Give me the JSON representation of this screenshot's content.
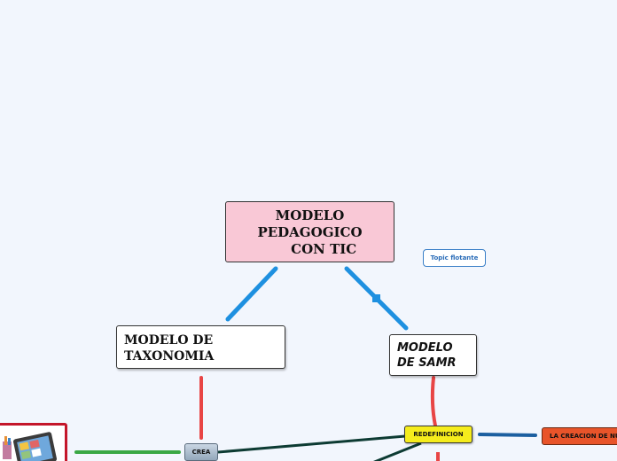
{
  "main_topic": {
    "label": "MODELO\nPEDAGOGICO\n      CON TIC",
    "color": "#f9c8d6"
  },
  "topics": {
    "taxonomia": "MODELO DE\nTAXONOMIA",
    "samr": "MODELO\nDE SAMR"
  },
  "floating_topic": "Topic flotante",
  "subtopics": {
    "crea": "CREA",
    "redefinicion": "REDEFINICION",
    "creacion": "LA CREACION DE NUEVAS"
  },
  "colors": {
    "blue_link": "#1e90e0",
    "red_link": "#e84545",
    "green_link": "#3aa845",
    "dark_link": "#0d3b33",
    "navy_link": "#1c5fa0",
    "redefinicion_fill": "#f5ec1c",
    "creacion_fill": "#e8542a",
    "background": "#f2f6fd"
  },
  "icons": [
    "tablet-picture-icon"
  ]
}
